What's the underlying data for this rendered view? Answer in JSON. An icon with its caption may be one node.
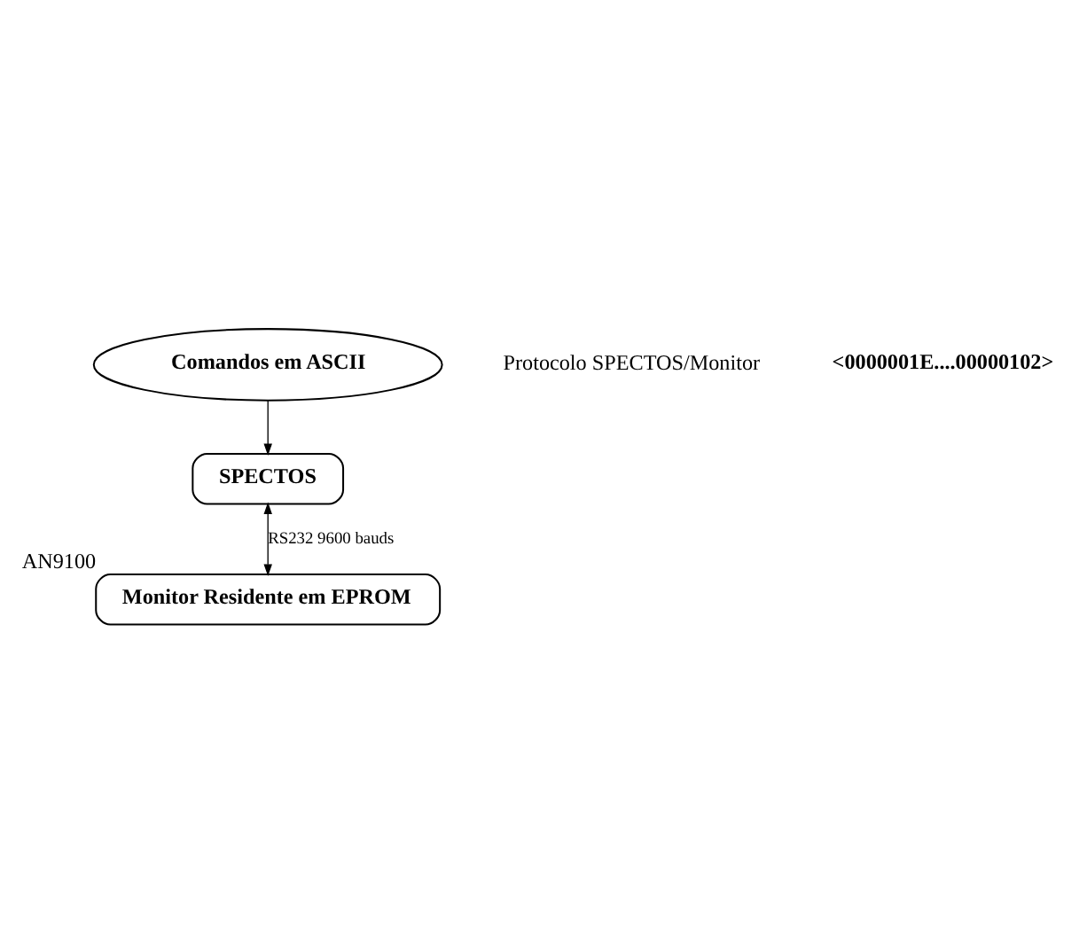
{
  "diagram": {
    "nodes": [
      {
        "text": [
          "Comandos em ASCII"
        ]
      },
      {
        "text": [
          "SPECTOS"
        ]
      },
      {
        "text": [
          "Monitor Residente em EPROM"
        ],
        "beside": [
          "AN9100"
        ]
      }
    ],
    "edges": [
      {
        "from": 0,
        "to": 1,
        "arrow": "to"
      },
      {
        "from": 1,
        "to": 2,
        "arrow": "both",
        "label": "RS232 9600 bauds"
      }
    ],
    "labels": [
      "Protocolo SPECTOS/Monitor",
      "<0000001E....00000102>"
    ]
  }
}
